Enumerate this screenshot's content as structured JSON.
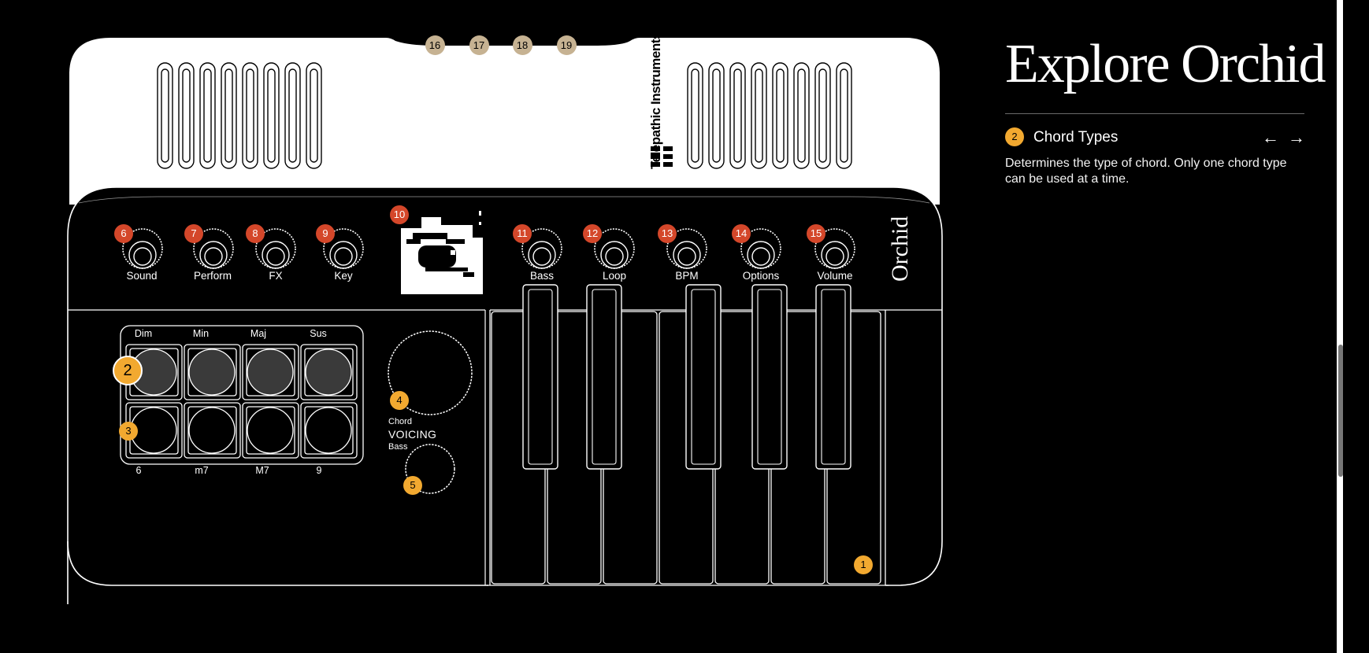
{
  "panel": {
    "title": "Explore Orchid",
    "feature_number": "2",
    "feature_title": "Chord Types",
    "feature_description": "Determines the type of chord. Only one chord type can be used at a time.",
    "prev_icon": "arrow-left-icon",
    "next_icon": "arrow-right-icon"
  },
  "device": {
    "brand": "Telepathic Instruments",
    "product": "Orchid",
    "knobs": [
      "Sound",
      "Perform",
      "FX",
      "Key",
      "Bass",
      "Loop",
      "BPM",
      "Options",
      "Volume"
    ],
    "chord_top_labels": [
      "Dim",
      "Min",
      "Maj",
      "Sus"
    ],
    "chord_bottom_labels": [
      "6",
      "m7",
      "M7",
      "9"
    ],
    "voicing": {
      "top": "Chord",
      "main": "VOICING",
      "bottom": "Bass"
    },
    "markers": {
      "m1": "1",
      "m2": "2",
      "m3": "3",
      "m4": "4",
      "m5": "5",
      "m6": "6",
      "m7": "7",
      "m8": "8",
      "m9": "9",
      "m10": "10",
      "m11": "11",
      "m12": "12",
      "m13": "13",
      "m14": "14",
      "m15": "15",
      "m16": "16",
      "m17": "17",
      "m18": "18",
      "m19": "19"
    }
  },
  "colors": {
    "background": "#000000",
    "marker_red": "#d4472a",
    "marker_yellow": "#f2a930",
    "marker_tan": "#c6b292",
    "chord_pad_active": "#3a3a3a"
  }
}
